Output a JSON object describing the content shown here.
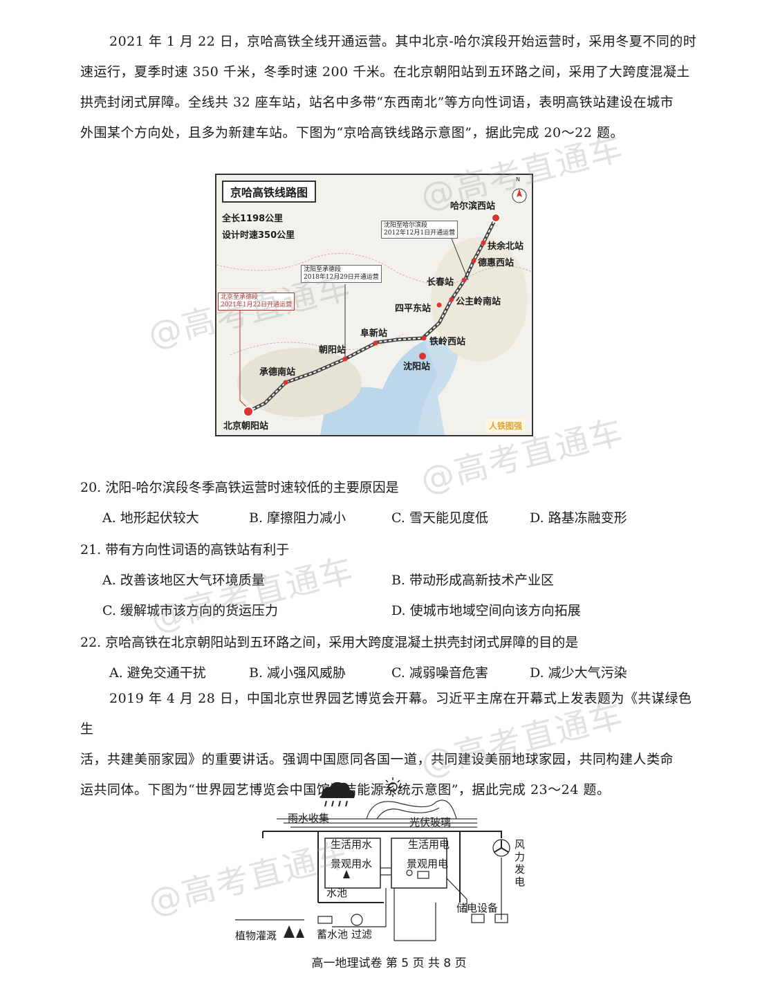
{
  "passage1": [
    "2021 年 1 月 22 日，京哈高铁全线开通运营。其中北京-哈尔滨段开始运营时，采用冬夏不同的时",
    "速运行，夏季时速 350 千米，冬季时速 200 千米。在北京朝阳站到五环路之间，采用了大跨度混凝土",
    "拱壳封闭式屏障。全线共 32 座车站，站名中多带“东西南北”等方向性词语，表明高铁站建设在城市",
    "外围某个方向处，且多为新建车站。下图为“京哈高铁线路示意图”，据此完成 20～22 题。"
  ],
  "map": {
    "title": "京哈高铁线路图",
    "length": "全长1198公里",
    "speed": "设计时速350公里",
    "compass": "N",
    "segments": [
      {
        "name": "沈阳至哈尔滨段",
        "date": "2012年12月1日开通运营"
      },
      {
        "name": "沈阳至承德段",
        "date": "2018年12月29日开通运营"
      },
      {
        "name": "北京至承德段",
        "date": "2021年1月22日开通运营"
      }
    ],
    "stations": [
      "哈尔滨西站",
      "扶余北站",
      "德惠西站",
      "长春站",
      "公主岭南站",
      "四平东站",
      "铁岭西站",
      "沈阳站",
      "阜新站",
      "朝阳站",
      "承德南站",
      "北京朝阳站"
    ],
    "logo": "人铁图强"
  },
  "q20": {
    "stem": "20.  沈阳-哈尔滨段冬季高铁运营时速较低的主要原因是",
    "options": [
      "A.  地形起伏较大",
      "B.  摩擦阻力减小",
      "C.  雪天能见度低",
      "D.  路基冻融变形"
    ]
  },
  "q21": {
    "stem": "21.  带有方向性词语的高铁站有利于",
    "options": [
      "A.  改善该地区大气环境质量",
      "B.  带动形成高新技术产业区",
      "C.  缓解城市该方向的货运压力",
      "D.  使城市地域空间向该方向拓展"
    ]
  },
  "q22": {
    "stem": "22.  京哈高铁在北京朝阳站到五环路之间，采用大跨度混凝土拱壳封闭式屏障的目的是",
    "options": [
      "A.  避免交通干扰",
      "B.  减小强风威胁",
      "C.  减弱噪音危害",
      "D.  减少大气污染"
    ]
  },
  "passage2": [
    "2019 年 4 月 28 日，中国北京世界园艺博览会开幕。习近平主席在开幕式上发表题为《共谋绿色生",
    "活，共建美丽家园》的重要讲话。强调中国愿同各国一道，共同建设美丽地球家园，共同构建人类命",
    "运共同体。下图为“世界园艺博览会中国馆清洁能源系统示意图”，据此完成 23～24 题。"
  ],
  "diagram": {
    "rain": "雨水收集",
    "pv": "光伏玻璃",
    "domestic_water": "生活用水",
    "domestic_power": "生活用电",
    "landscape_water": "景观用水",
    "landscape_power": "景观用电",
    "pool": "水池",
    "storage": "储电设备",
    "reservoir": "蓄水池",
    "filter": "过滤",
    "irrigation": "植物灌溉",
    "wind": [
      "风",
      "力",
      "发",
      "电"
    ]
  },
  "watermark": "@高考直通车",
  "footer": "高一地理试卷 第 5 页 共 8 页"
}
